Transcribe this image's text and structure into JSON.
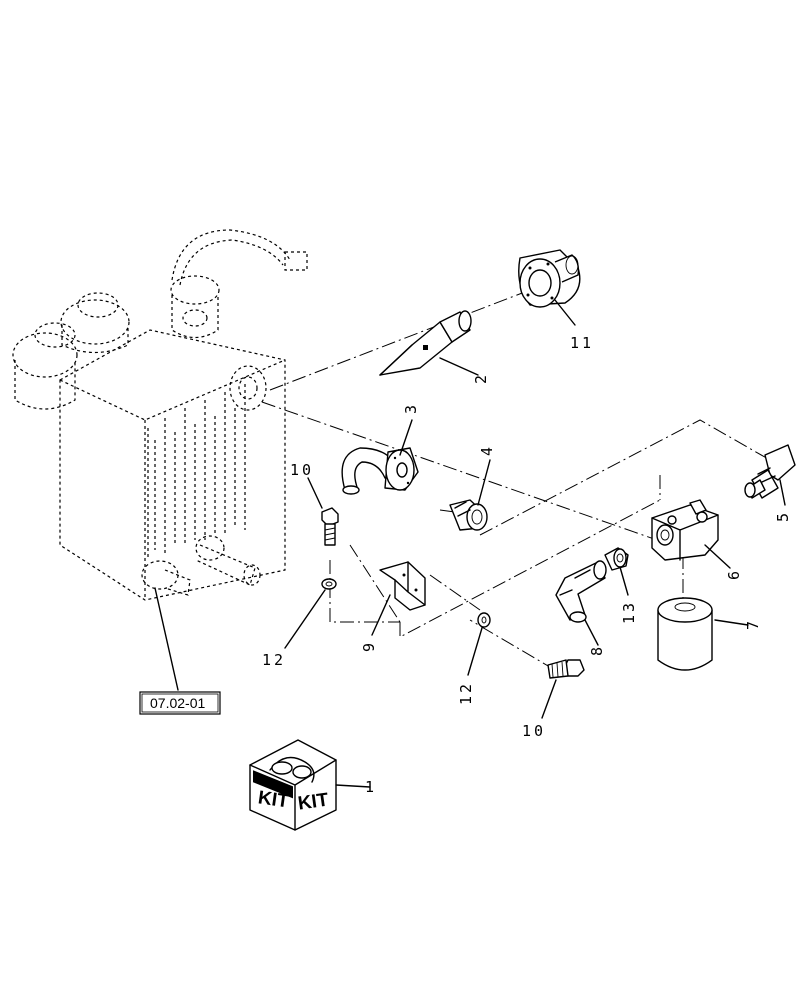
{
  "callouts": {
    "c1": "1",
    "c2": "2",
    "c3": "3",
    "c4": "4",
    "c5": "5",
    "c6": "6",
    "c7": "7",
    "c8": "8",
    "c9": "9",
    "c10a": "10",
    "c10b": "10",
    "c11": "11",
    "c12a": "12",
    "c12b": "12",
    "c13": "13"
  },
  "reference_box": {
    "label": "07.02-01"
  },
  "kit": {
    "left": "KIT",
    "right": "KIT"
  }
}
